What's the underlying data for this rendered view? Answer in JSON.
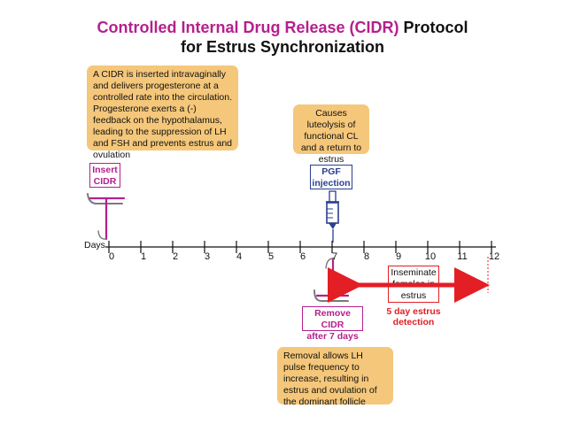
{
  "title": {
    "line1_prefix": "Controlled Internal Drug Release (CIDR)",
    "line1_suffix": " Protocol",
    "line2": "for Estrus Synchronization"
  },
  "notes": {
    "cidr_insertion": "A CIDR is inserted intravaginally and delivers progesterone at a controlled rate into the circulation. Progesterone exerts a (-) feedback on the hypothalamus, leading to the suppression of LH and FSH and prevents estrus and ovulation",
    "pgf_effect": "Causes luteolysis of functional CL and a return to estrus",
    "removal_effect": "Removal allows LH pulse frequency to increase, resulting in estrus and ovulation of the dominant follicle"
  },
  "labels": {
    "insert_line1": "Insert",
    "insert_line2": "CIDR",
    "pgf_line1": "PGF",
    "pgf_line2": "injection",
    "remove_line1": "Remove CIDR",
    "remove_line2": "after 7 days",
    "inseminate_line1": "Inseminate",
    "inseminate_line2": "females in",
    "inseminate_line3": "estrus",
    "detection_line1": "5 day estrus",
    "detection_line2": "detection"
  },
  "timeline": {
    "axis_label": "Days",
    "ticks": [
      "0",
      "1",
      "2",
      "3",
      "4",
      "5",
      "6",
      "7",
      "8",
      "9",
      "10",
      "11",
      "12"
    ],
    "insert_day": 0,
    "pgf_day": 7,
    "remove_day": 7,
    "detection_start_day": 7,
    "detection_end_day": 12
  },
  "colors": {
    "magenta": "#b5208c",
    "blue": "#2a3f8f",
    "red": "#e31e24",
    "note_fill": "#f5c77a"
  }
}
